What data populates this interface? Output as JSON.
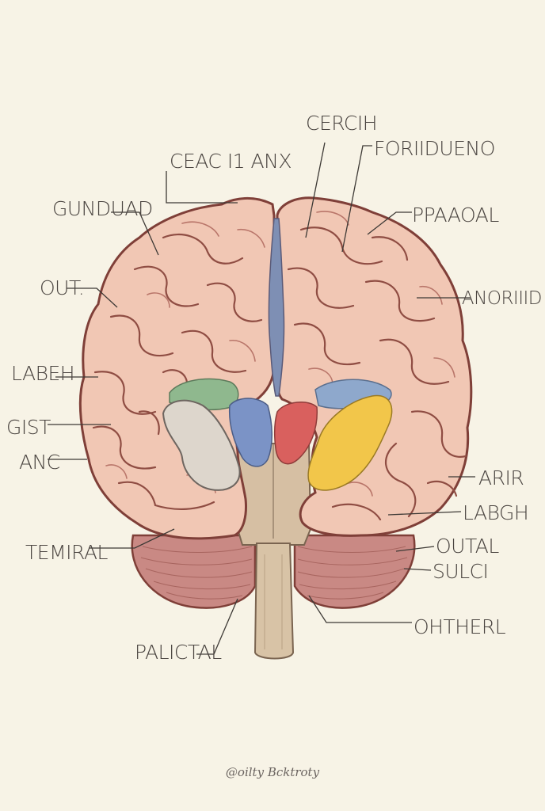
{
  "diagram": {
    "colors": {
      "background": "#f7f3e6",
      "cortex": "#f1c7b4",
      "cortex_outline": "#7f3f38",
      "cerebellum": "#c98984",
      "brainstem": "#d6bfa3",
      "region_green": "#8fb88e",
      "region_gray": "#ddd6cc",
      "region_blue": "#7b93c6",
      "region_red": "#d9605e",
      "region_lightblue": "#8ea8cc",
      "region_yellow": "#f2c64a"
    },
    "labels": {
      "top_center": "CEAC I1 ANX",
      "top_right_1": "CERCIH",
      "top_right_2": "FORIIDUENO",
      "left_1": "GUNDUAD",
      "right_1": "PPAAOAL",
      "left_2": "OUT.",
      "right_2": "ANORIIID",
      "left_3": "LABEH",
      "left_4": "GIST",
      "left_5": "ANC",
      "right_3": "ARIR",
      "right_4": "LABGH",
      "left_6": "TEMIRAL",
      "right_5": "OUTAL",
      "right_6": "SULCI",
      "right_7": "OHTHERL",
      "bottom_left": "PALICTAL"
    },
    "signature": "@oilty Bcktroty"
  }
}
